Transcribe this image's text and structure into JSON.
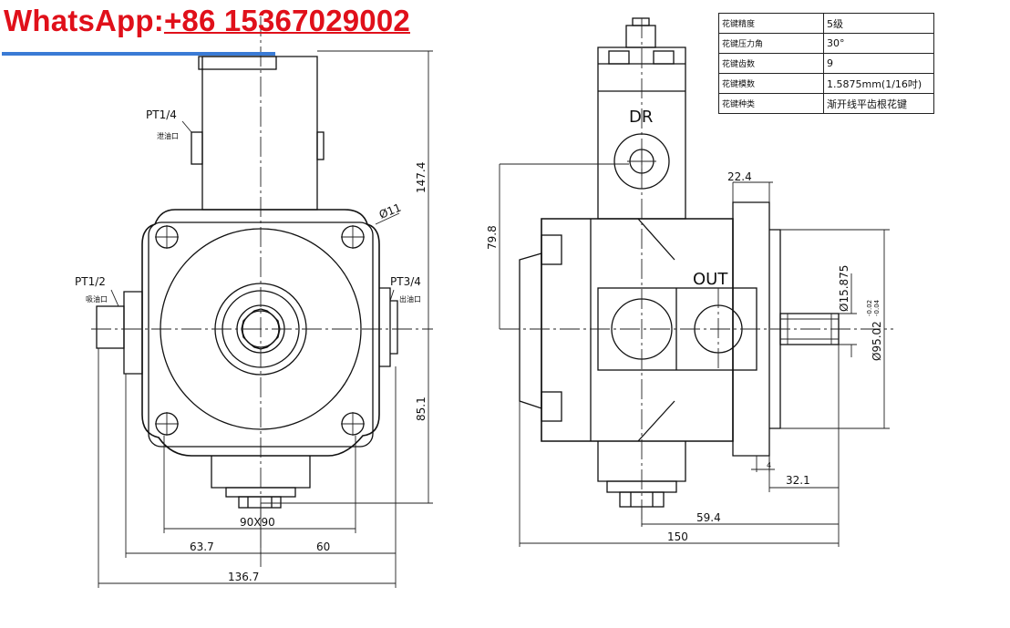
{
  "watermark": {
    "prefix": "WhatsApp:",
    "phone": "+86 15367029002"
  },
  "spec_table": [
    {
      "label": "花键精度",
      "value": "5级"
    },
    {
      "label": "花键压力角",
      "value": "30°"
    },
    {
      "label": "花键齿数",
      "value": "9"
    },
    {
      "label": "花键模数",
      "value": "1.5875mm(1/16吋)"
    },
    {
      "label": "花键种类",
      "value": "渐开线平齿根花键"
    }
  ],
  "front_view": {
    "port_top": {
      "name": "PT1/4",
      "note": "泄油口"
    },
    "port_left": {
      "name": "PT1/2",
      "note": "吸油口"
    },
    "port_right": {
      "name": "PT3/4",
      "note": "出油口"
    },
    "hole": "Ø11",
    "dims": {
      "height_top": "147.4",
      "height_bottom": "85.1",
      "bolt_square": "90X90",
      "left": "63.7",
      "right": "60",
      "overall": "136.7"
    }
  },
  "side_view": {
    "drain_label": "DR",
    "outlet_label": "OUT",
    "dims": {
      "flange": "22.4",
      "drain_height": "79.8",
      "shaft_dia": "Ø15.875",
      "pilot": "Ø95.02",
      "pilot_tol_upper": "-0.02",
      "pilot_tol_lower": "-0.04",
      "step": "4",
      "shaft_len": "32.1",
      "outlet_pos": "59.4",
      "overall": "150"
    }
  }
}
